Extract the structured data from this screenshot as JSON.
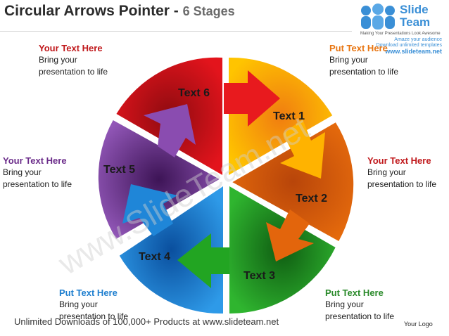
{
  "title": {
    "main": "Circular Arrows Pointer -",
    "stages": "6 Stages"
  },
  "logo": {
    "brand_line1": "Slide",
    "brand_line2": "Team",
    "tagline": "Making Your Presentations Look Awesome"
  },
  "promo": {
    "line1": "Amaze your audience",
    "line2": "Download unlimited templates",
    "url": "www.slideteam.net"
  },
  "watermark": "www.SlideTeam.net",
  "stages": [
    {
      "label": "Text 1",
      "color": "#ffab00"
    },
    {
      "label": "Text 2",
      "color": "#e0640a"
    },
    {
      "label": "Text 3",
      "color": "#1e9a1e"
    },
    {
      "label": "Text 4",
      "color": "#1877c9"
    },
    {
      "label": "Text 5",
      "color": "#7b3a98"
    },
    {
      "label": "Text 6",
      "color": "#cf1119"
    }
  ],
  "captions": [
    {
      "heading": "Your Text Here",
      "body1": "Bring your",
      "body2": "presentation to life"
    },
    {
      "heading": "Put Text Here",
      "body1": "Bring your",
      "body2": "presentation to life"
    },
    {
      "heading": "Your Text Here",
      "body1": "Bring your",
      "body2": "presentation to life"
    },
    {
      "heading": "Your Text Here",
      "body1": "Bring your",
      "body2": "presentation to life"
    },
    {
      "heading": "Put Text Here",
      "body1": "Bring your",
      "body2": "presentation to life"
    },
    {
      "heading": "Put Text Here",
      "body1": "Bring your",
      "body2": "presentation to life"
    }
  ],
  "footer": "Unlimited Downloads of 100,000+ Products at www.slideteam.net",
  "your_logo": "Your Logo"
}
